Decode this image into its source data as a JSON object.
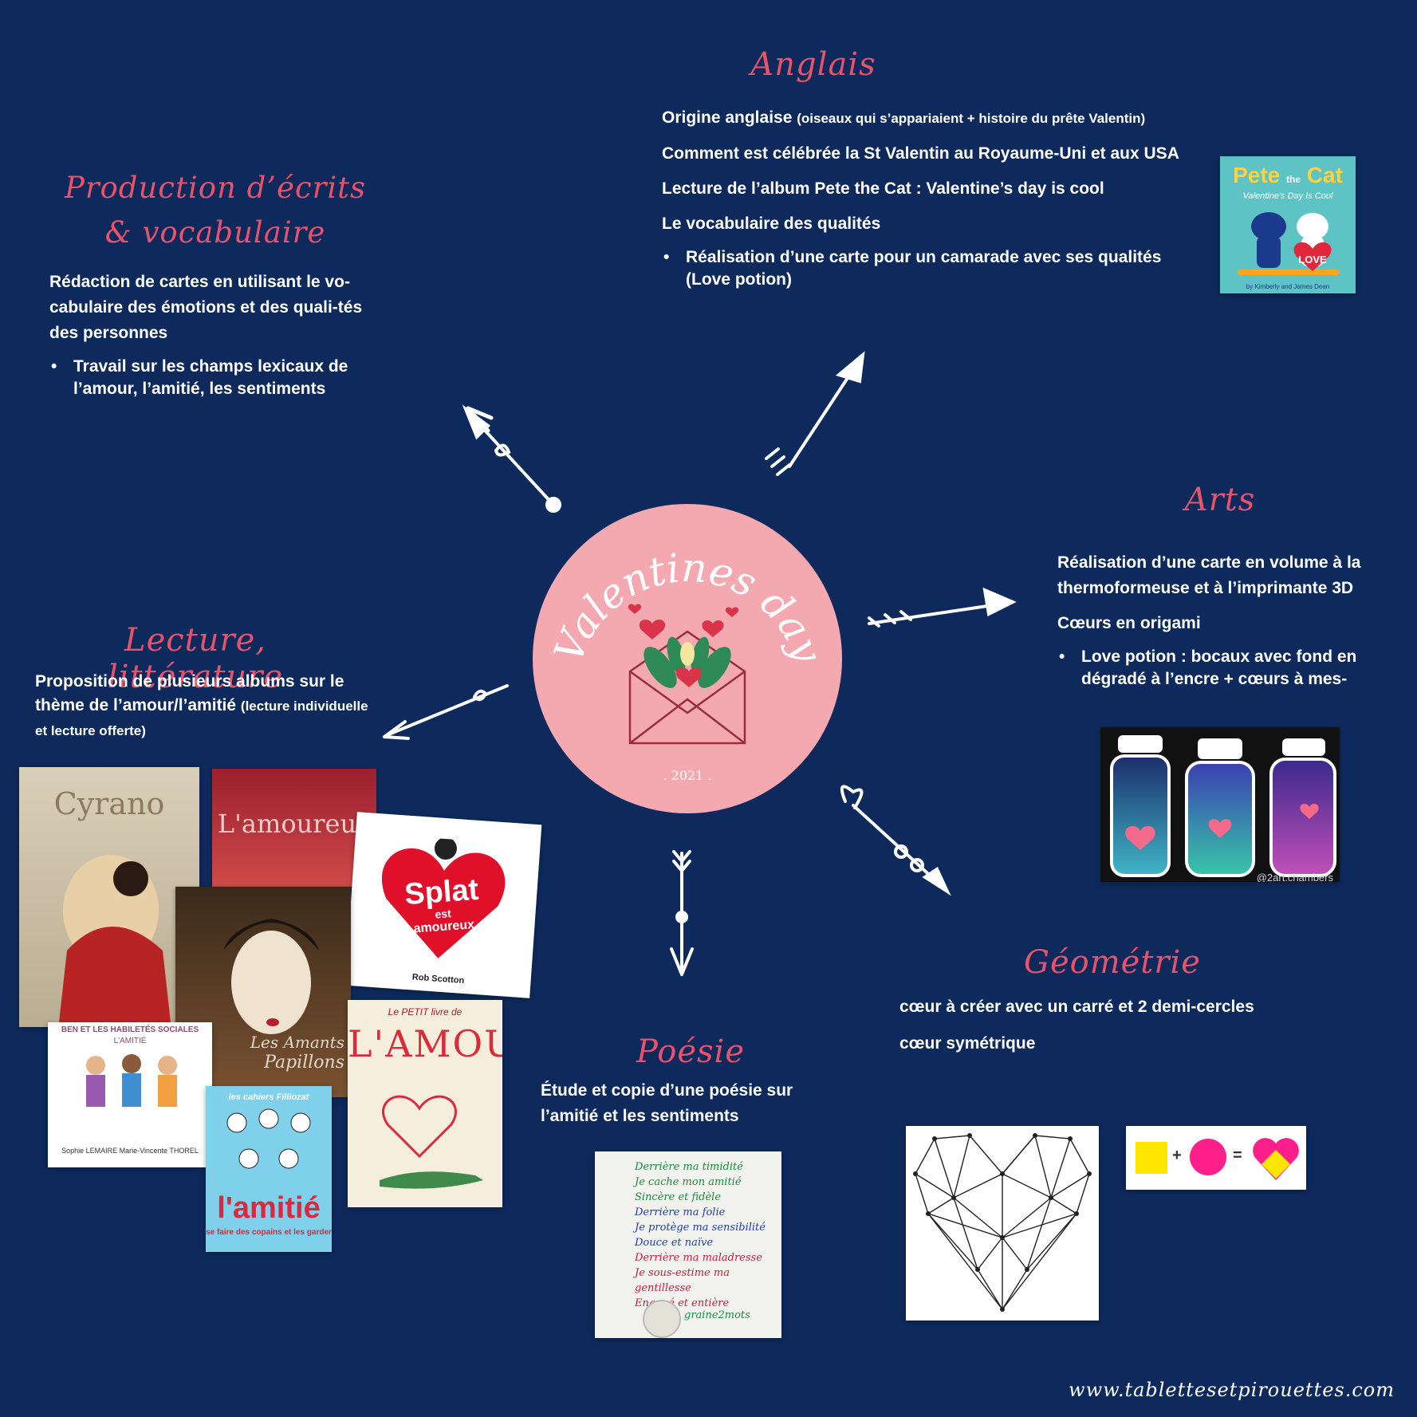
{
  "center": {
    "title": "Valentines day",
    "year": ". 2021 ."
  },
  "anglais": {
    "heading": "Anglais",
    "items": [
      {
        "main": "Origine anglaise ",
        "small": "(oiseaux qui s’appariaient + histoire du prête Valentin)"
      },
      {
        "main": "Comment est célébrée la St Valentin au Royaume-Uni et aux USA"
      },
      {
        "main": "Lecture de l’album Pete the Cat : Valentine’s day is cool"
      },
      {
        "main": "Le vocabulaire des qualités"
      }
    ],
    "bullet": "Réalisation d’une carte pour un camarade avec ses qualités (Love potion)",
    "book": {
      "title1": "Pete",
      "title2": "the",
      "title3": "Cat",
      "subtitle": "Valentine's Day Is Cool",
      "badge": "LOVE",
      "authors": "by Kimberly and James Dean"
    }
  },
  "production": {
    "heading1": "Production d’écrits",
    "heading2": "& vocabulaire",
    "text": "Rédaction de cartes en utilisant le vo-cabulaire des émotions et des quali-tés des personnes",
    "bullet": "Travail sur les champs lexicaux de l’amour, l’amitié, les sentiments"
  },
  "arts": {
    "heading": "Arts",
    "items": [
      "Réalisation d’une carte en volume à la thermoformeuse et à l’imprimante 3D",
      "Cœurs en origami"
    ],
    "bullet": "Love potion : bocaux avec fond en dégradé à l’encre + cœurs à mes-",
    "credit": "@2art.chambers"
  },
  "lecture": {
    "heading": "Lecture, littérature",
    "text_main": "Proposition de plusieurs albums sur le thème de l’amour/l’amitié ",
    "text_small": "(lecture individuelle et lecture offerte)",
    "books": {
      "cyrano": "Cyrano",
      "amoureux": "L'amoureux",
      "splat1": "Splat",
      "splat2": "est",
      "splat3": "amoureux",
      "splat_author": "Rob Scotton",
      "amants1": "Les Amants",
      "amants2": "Papillons",
      "habiletes1": "BEN ET LES HABILETÉS SOCIALES",
      "habiletes2": "L'AMITIÉ",
      "habiletes_authors": "Sophie LEMAIRE     Marie-Vincente THOREL",
      "petit_livre": "Le PETIT livre de",
      "amour_big": "L'AMOUR",
      "cahiers": "les cahiers Filliozat",
      "amitie": "l'amitié",
      "amitie_sub": "se faire des copains et les garder"
    }
  },
  "geometrie": {
    "heading": "Géométrie",
    "items": [
      "cœur à créer avec un carré et 2 demi-cercles",
      "cœur symétrique"
    ],
    "plus": "+",
    "equals": "="
  },
  "poesie": {
    "heading": "Poésie",
    "text": "Étude et copie d’une poésie sur l’amitié et les sentiments",
    "lines": [
      "Derrière ma timidité",
      "Je cache mon amitié",
      "Sincère et fidèle",
      "Derrière ma folie",
      "Je protège ma sensibilité",
      "Douce et naïve",
      "Derrière ma maladresse",
      "Je sous-estime ma gentillesse",
      "Engagé et entière",
      "graine2mots"
    ]
  },
  "footer": {
    "url": "www.tablettesetpirouettes.com"
  },
  "colors": {
    "background": "#0e2a5c",
    "accent": "#e8536a",
    "circle": "#f4a9b0"
  }
}
